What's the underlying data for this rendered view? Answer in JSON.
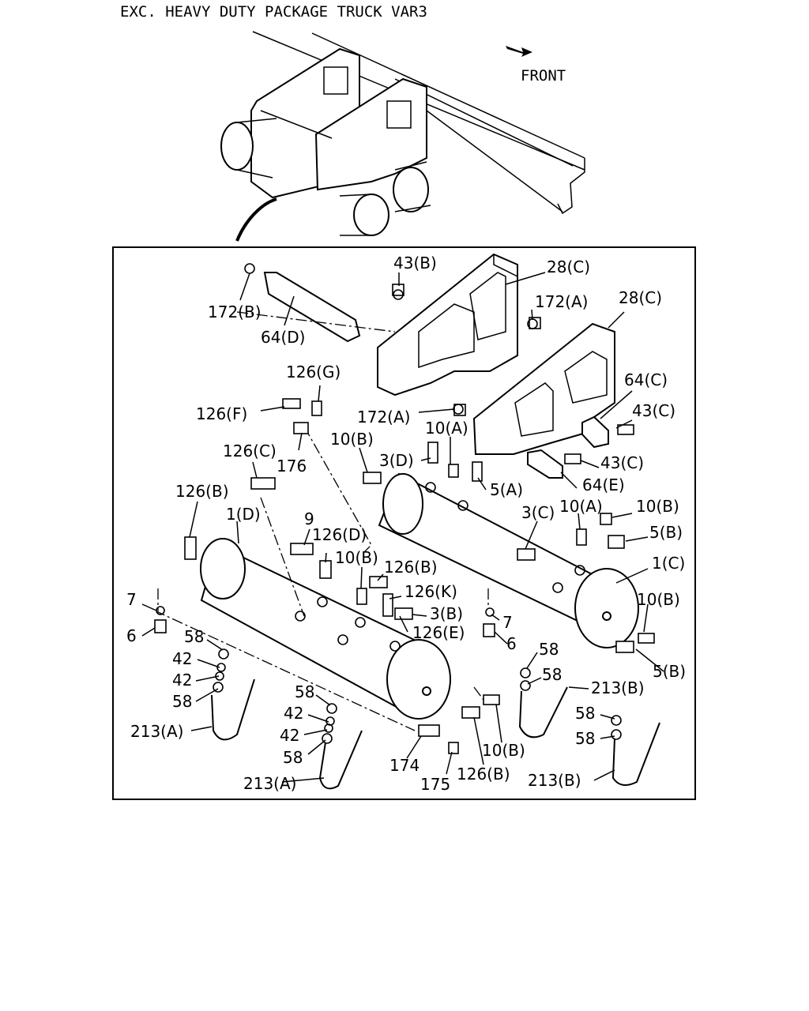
{
  "header": {
    "title": "EXC. HEAVY DUTY PACKAGE TRUCK VAR3",
    "front_label": "FRONT"
  },
  "callouts": [
    "43(B)",
    "28(C)",
    "172(A)",
    "28(C)",
    "172(B)",
    "64(D)",
    "126(G)",
    "126(F)",
    "172(A)",
    "64(C)",
    "43(C)",
    "176",
    "10(B)",
    "10(A)",
    "3(D)",
    "43(C)",
    "126(C)",
    "5(A)",
    "64(E)",
    "126(B)",
    "10(A)",
    "10(B)",
    "1(D)",
    "9",
    "3(C)",
    "5(B)",
    "126(D)",
    "10(B)",
    "126(B)",
    "1(C)",
    "126(K)",
    "7",
    "3(B)",
    "7",
    "10(B)",
    "6",
    "126(E)",
    "6",
    "58",
    "42",
    "5(B)",
    "58",
    "42",
    "58",
    "58",
    "213(B)",
    "213(A)",
    "58",
    "42",
    "58",
    "42",
    "58",
    "58",
    "174",
    "10(B)",
    "213(A)",
    "126(B)",
    "213(B)",
    "175"
  ]
}
